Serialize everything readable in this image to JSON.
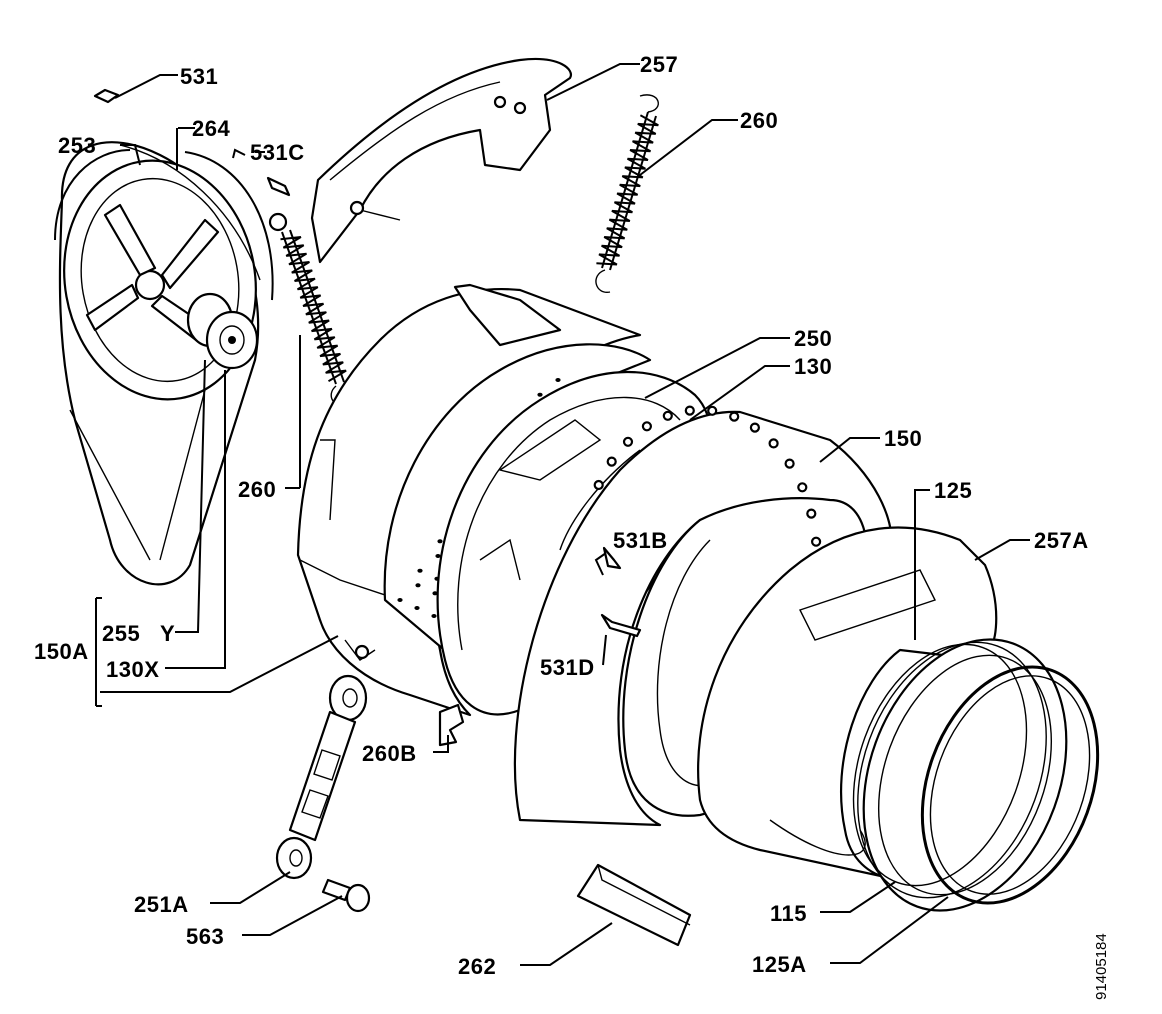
{
  "labels": {
    "l531": "531",
    "l253": "253",
    "l264": "264",
    "l531c": "531C",
    "l257": "257",
    "l260_top": "260",
    "l250": "250",
    "l130": "130",
    "l150": "150",
    "l125": "125",
    "l257a": "257A",
    "l531b": "531B",
    "l531d": "531D",
    "l260_left": "260",
    "l150a": "150A",
    "l255": "255",
    "l255_letter": "Y",
    "l130x": "130X",
    "l260b": "260B",
    "l251a": "251A",
    "l563": "563",
    "l262": "262",
    "l115": "115",
    "l125a": "125A",
    "code": "91405184"
  }
}
